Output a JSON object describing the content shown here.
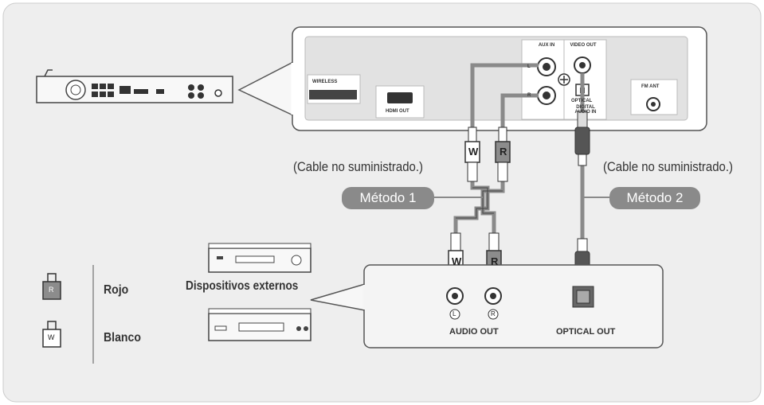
{
  "labels": {
    "cable_left": "(Cable no suministrado.)",
    "cable_right": "(Cable no suministrado.)",
    "method1": "Método 1",
    "method2": "Método 2",
    "devices": "Dispositivos externos",
    "audio_out": "AUDIO OUT",
    "optical_out": "OPTICAL OUT"
  },
  "panel": {
    "wireless": "WIRELESS",
    "hdmi_out": "HDMI OUT",
    "aux_in": "AUX IN",
    "aux_l": "L",
    "aux_r": "R",
    "video_out": "VIDEO OUT",
    "optical": "OPTICAL",
    "digital_audio_in": "DIGITAL AUDIO IN",
    "fm_ant": "FM ANT"
  },
  "plugs": {
    "white": "W",
    "red": "R",
    "left_mark": "L",
    "right_mark": "R"
  },
  "legend": {
    "red_letter": "R",
    "red_label": "Rojo",
    "white_letter": "W",
    "white_label": "Blanco"
  },
  "colors": {
    "background": "#eeeeee",
    "panel": "#f4f4f4",
    "cable": "#8a8a8a",
    "red_plug": "#8c8c8c",
    "white_plug": "#ffffff",
    "pill": "#8a8a8a"
  }
}
